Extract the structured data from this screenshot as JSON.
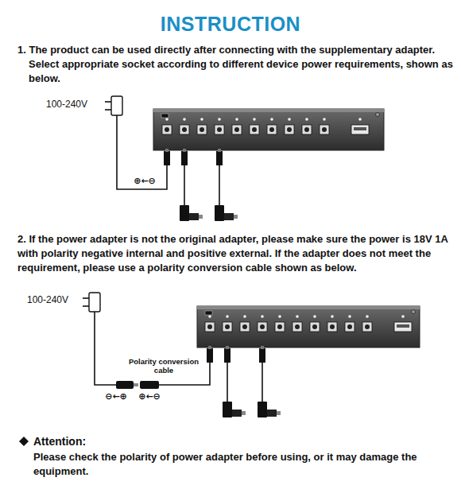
{
  "diagram": {
    "title": "INSTRUCTION",
    "labels": [
      "1. The product can be used directly after connecting with the supplementary adapter. Select appropriate socket according to different device power requirements, shown as below.",
      "100-240V",
      "⊕←⊖",
      "2. If the power adapter is not the original adapter, please make sure the power is 18V 1A with polarity negative internal and positive external. If the adapter does not meet the requirement, please use a polarity conversion cable shown as below.",
      "100-240V",
      "Polarity conversion cable",
      "⊖←⊕",
      "⊕←⊖",
      "Attention:",
      "Please check the polarity of power adapter before using, or it may damage the equipment."
    ]
  }
}
